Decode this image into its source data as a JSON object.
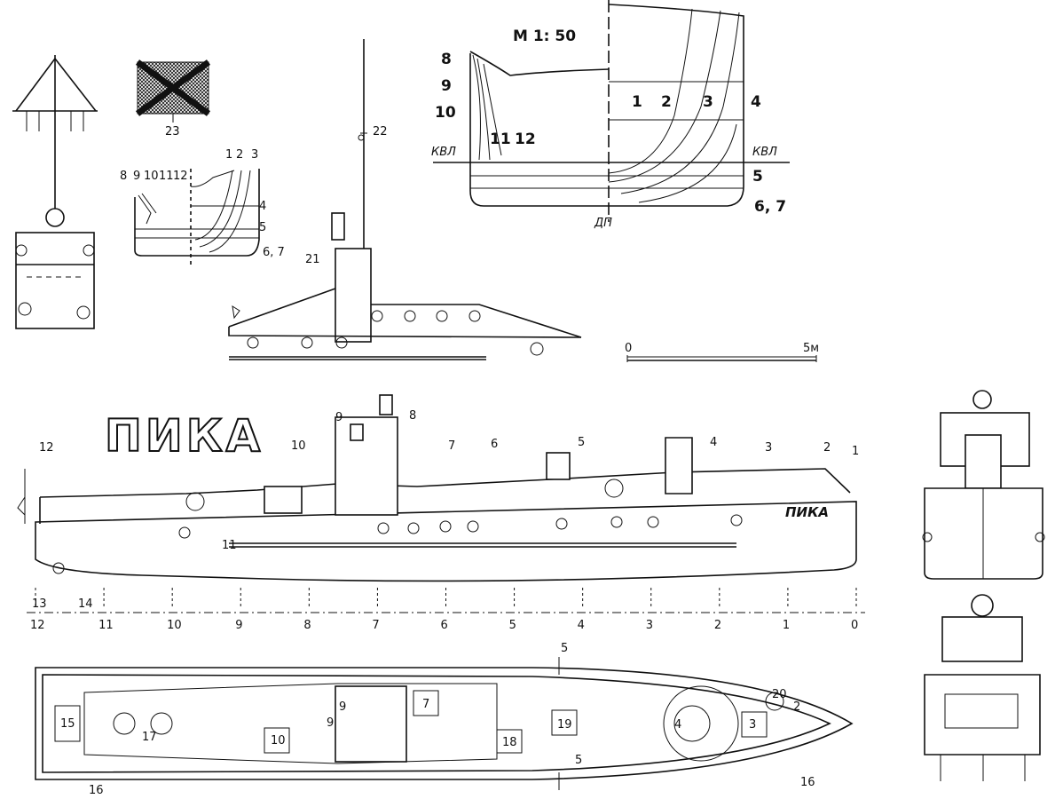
{
  "drawing": {
    "scale_label": "М 1: 50",
    "waterline_label": "КВЛ",
    "centerline_label": "ДП",
    "ship_name_big": "ПИКА",
    "ship_name_hull": "ПИКА",
    "scalebar": {
      "start": "0",
      "end": "5м"
    }
  },
  "body_plan_large": {
    "left_labels": [
      "8",
      "9",
      "10",
      "11",
      "12"
    ],
    "right_labels": [
      "1",
      "2",
      "3",
      "4",
      "5",
      "6, 7"
    ]
  },
  "body_plan_small": {
    "top_labels": [
      "8",
      "9",
      "10",
      "11",
      "12",
      "1",
      "2",
      "3"
    ],
    "side_labels": [
      "4",
      "5",
      "6, 7"
    ]
  },
  "upper_profile_callouts": [
    "21",
    "22",
    "23"
  ],
  "profile_callouts": [
    "1",
    "2",
    "3",
    "4",
    "5",
    "6",
    "7",
    "8",
    "9",
    "10",
    "11",
    "12",
    "13",
    "14"
  ],
  "frame_stations": [
    "12",
    "11",
    "10",
    "9",
    "8",
    "7",
    "6",
    "5",
    "4",
    "3",
    "2",
    "1",
    "0"
  ],
  "plan_callouts": [
    "2",
    "3",
    "4",
    "5",
    "5",
    "7",
    "9",
    "9",
    "10",
    "15",
    "16",
    "16",
    "17",
    "18",
    "19",
    "20"
  ]
}
